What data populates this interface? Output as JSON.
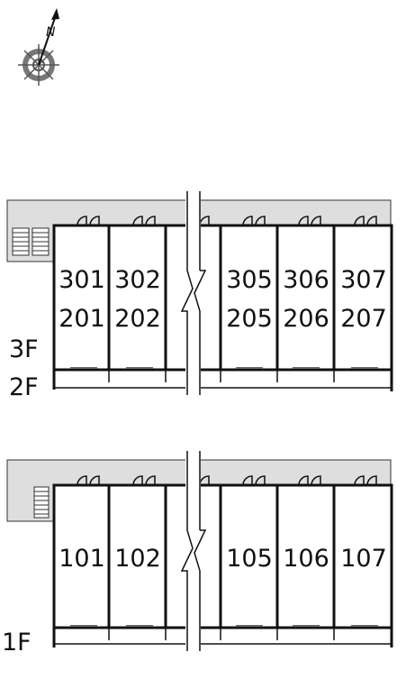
{
  "compass": {
    "north_label": "N",
    "icon": "compass-rose-icon"
  },
  "upper_plan": {
    "floor_labels": [
      "3F",
      "2F"
    ],
    "rooms_row1": [
      "301",
      "302",
      "305",
      "306",
      "307"
    ],
    "rooms_row2": [
      "201",
      "202",
      "205",
      "206",
      "207"
    ]
  },
  "lower_plan": {
    "floor_labels": [
      "1F"
    ],
    "rooms_row1": [
      "101",
      "102",
      "105",
      "106",
      "107"
    ]
  },
  "colors": {
    "corridor": "#dedede",
    "wall": "#111111"
  }
}
